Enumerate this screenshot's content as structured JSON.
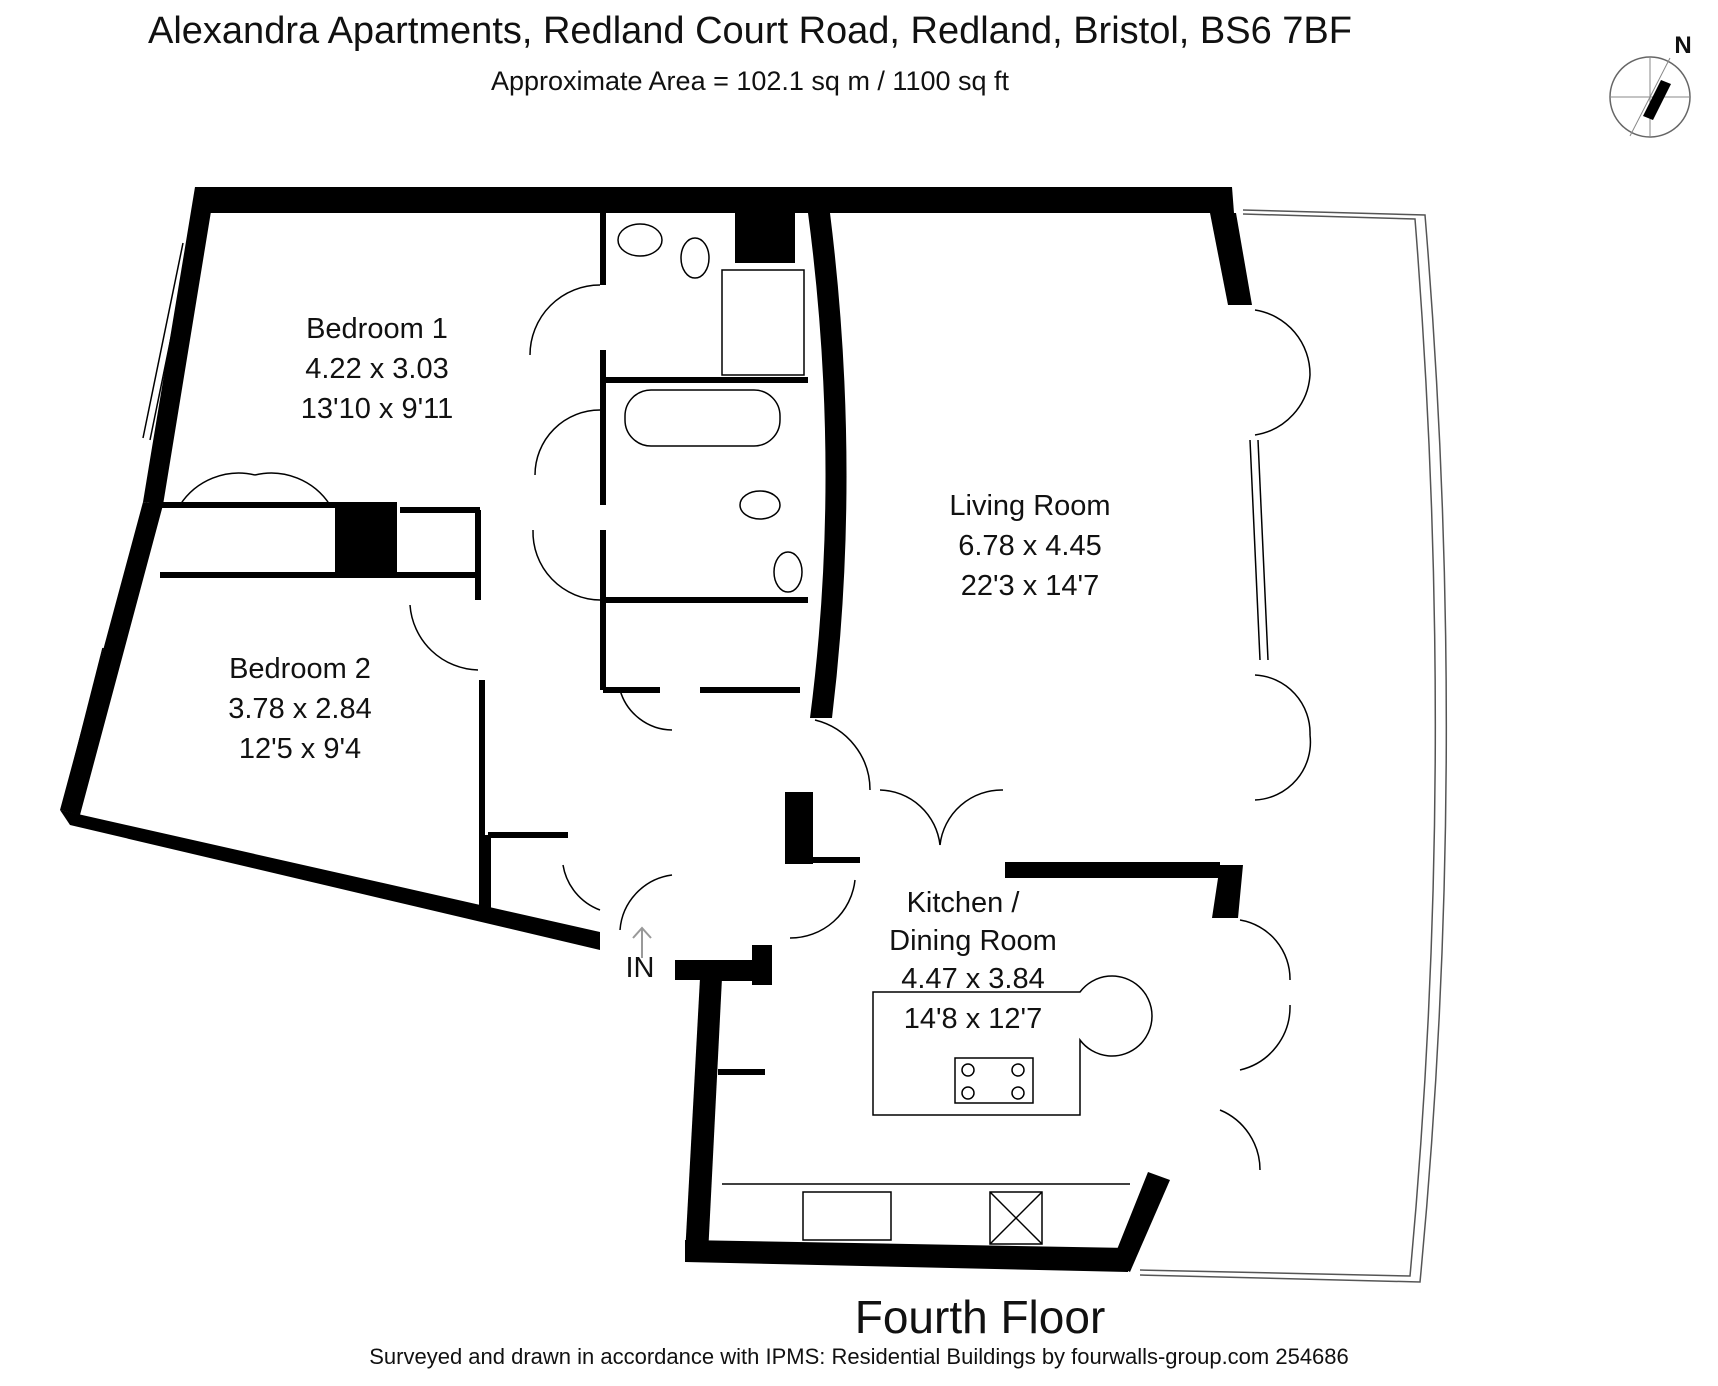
{
  "header": {
    "title": "Alexandra Apartments, Redland Court Road, Redland, Bristol, BS6 7BF",
    "subtitle": "Approximate Area = 102.1 sq m / 1100 sq ft"
  },
  "compass": {
    "label": "N"
  },
  "rooms": [
    {
      "name": "Bedroom 1",
      "metric": "4.22 x 3.03",
      "imperial": "13'10 x 9'11"
    },
    {
      "name": "Bedroom 2",
      "metric": "3.78 x 2.84",
      "imperial": "12'5 x 9'4"
    },
    {
      "name": "Living Room",
      "metric": "6.78 x 4.45",
      "imperial": "22'3 x 14'7"
    },
    {
      "name": "Kitchen /",
      "name2": "Dining Room",
      "metric": "4.47 x 3.84",
      "imperial": "14'8 x 12'7"
    }
  ],
  "entrance": {
    "label": "IN"
  },
  "floor_label": "Fourth Floor",
  "footer": "Surveyed and drawn in accordance with IPMS: Residential Buildings by fourwalls-group.com 254686"
}
